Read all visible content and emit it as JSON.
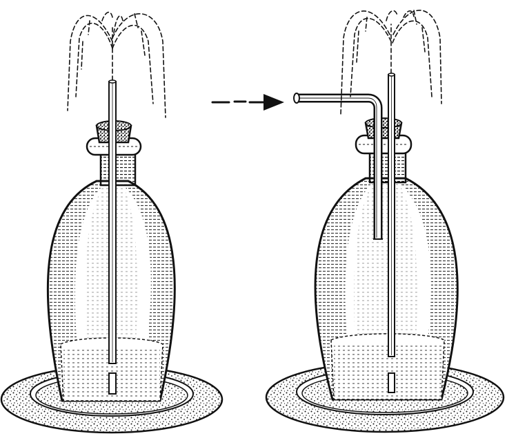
{
  "illustration": {
    "background": "#ffffff",
    "ink": "#111111",
    "left_apparatus": {
      "tubes": 1,
      "fountain": "jet"
    },
    "right_apparatus": {
      "tubes": 2,
      "bent_tube": true,
      "fountain": "jet"
    },
    "arrow_direction": "right"
  }
}
